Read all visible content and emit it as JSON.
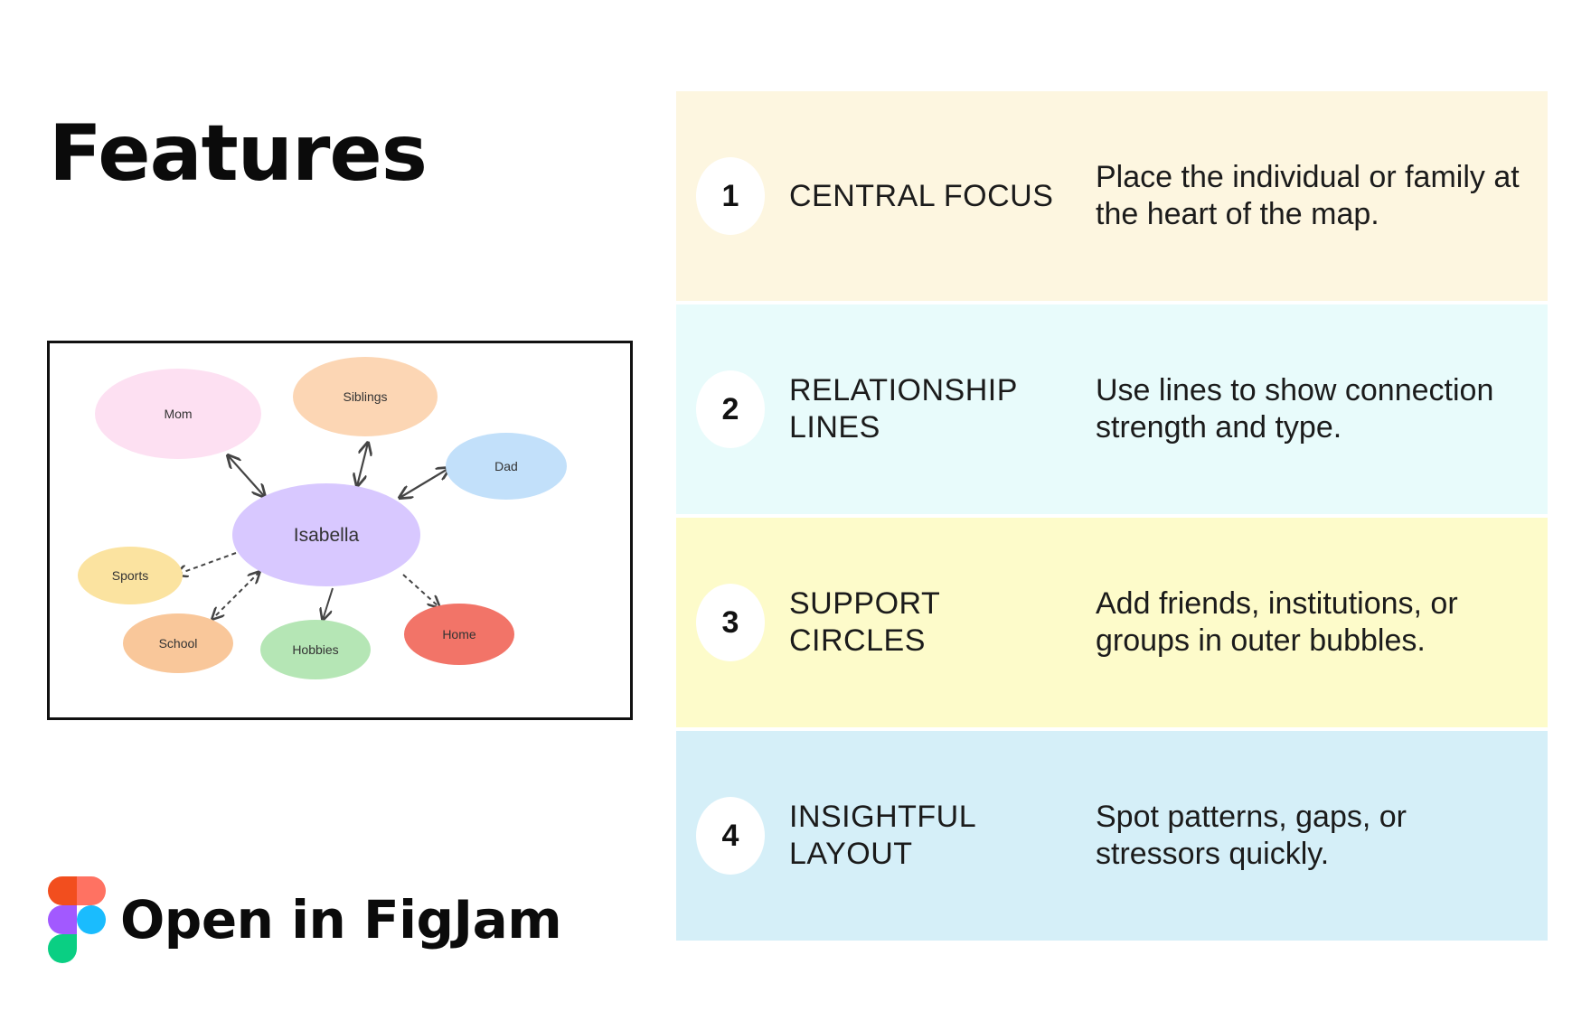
{
  "page": {
    "title": "Features",
    "open_label": "Open in FigJam"
  },
  "map": {
    "center": "Isabella",
    "nodes": {
      "mom": "Mom",
      "siblings": "Siblings",
      "dad": "Dad",
      "sports": "Sports",
      "school": "School",
      "hobbies": "Hobbies",
      "home": "Home"
    },
    "colors": {
      "center": "#d8c8ff",
      "mom": "#fde0f2",
      "siblings": "#fcd6b4",
      "dad": "#c2e0fa",
      "sports": "#fbe3a0",
      "school": "#f9c79a",
      "hobbies": "#b5e6b5",
      "home": "#f27468"
    }
  },
  "features": [
    {
      "number": "1",
      "name": "CENTRAL FOCUS",
      "description": "Place the individual or family at the heart of the map.",
      "bg": "#fdf6e0"
    },
    {
      "number": "2",
      "name": "RELATIONSHIP LINES",
      "description": "Use lines to show connection strength and type.",
      "bg": "#e8fbfb"
    },
    {
      "number": "3",
      "name": "SUPPORT CIRCLES",
      "description": "Add friends, institutions, or groups in outer bubbles.",
      "bg": "#fdfbca"
    },
    {
      "number": "4",
      "name": "INSIGHTFUL LAYOUT",
      "description": "Spot patterns, gaps, or stressors quickly.",
      "bg": "#d5eff8"
    }
  ]
}
